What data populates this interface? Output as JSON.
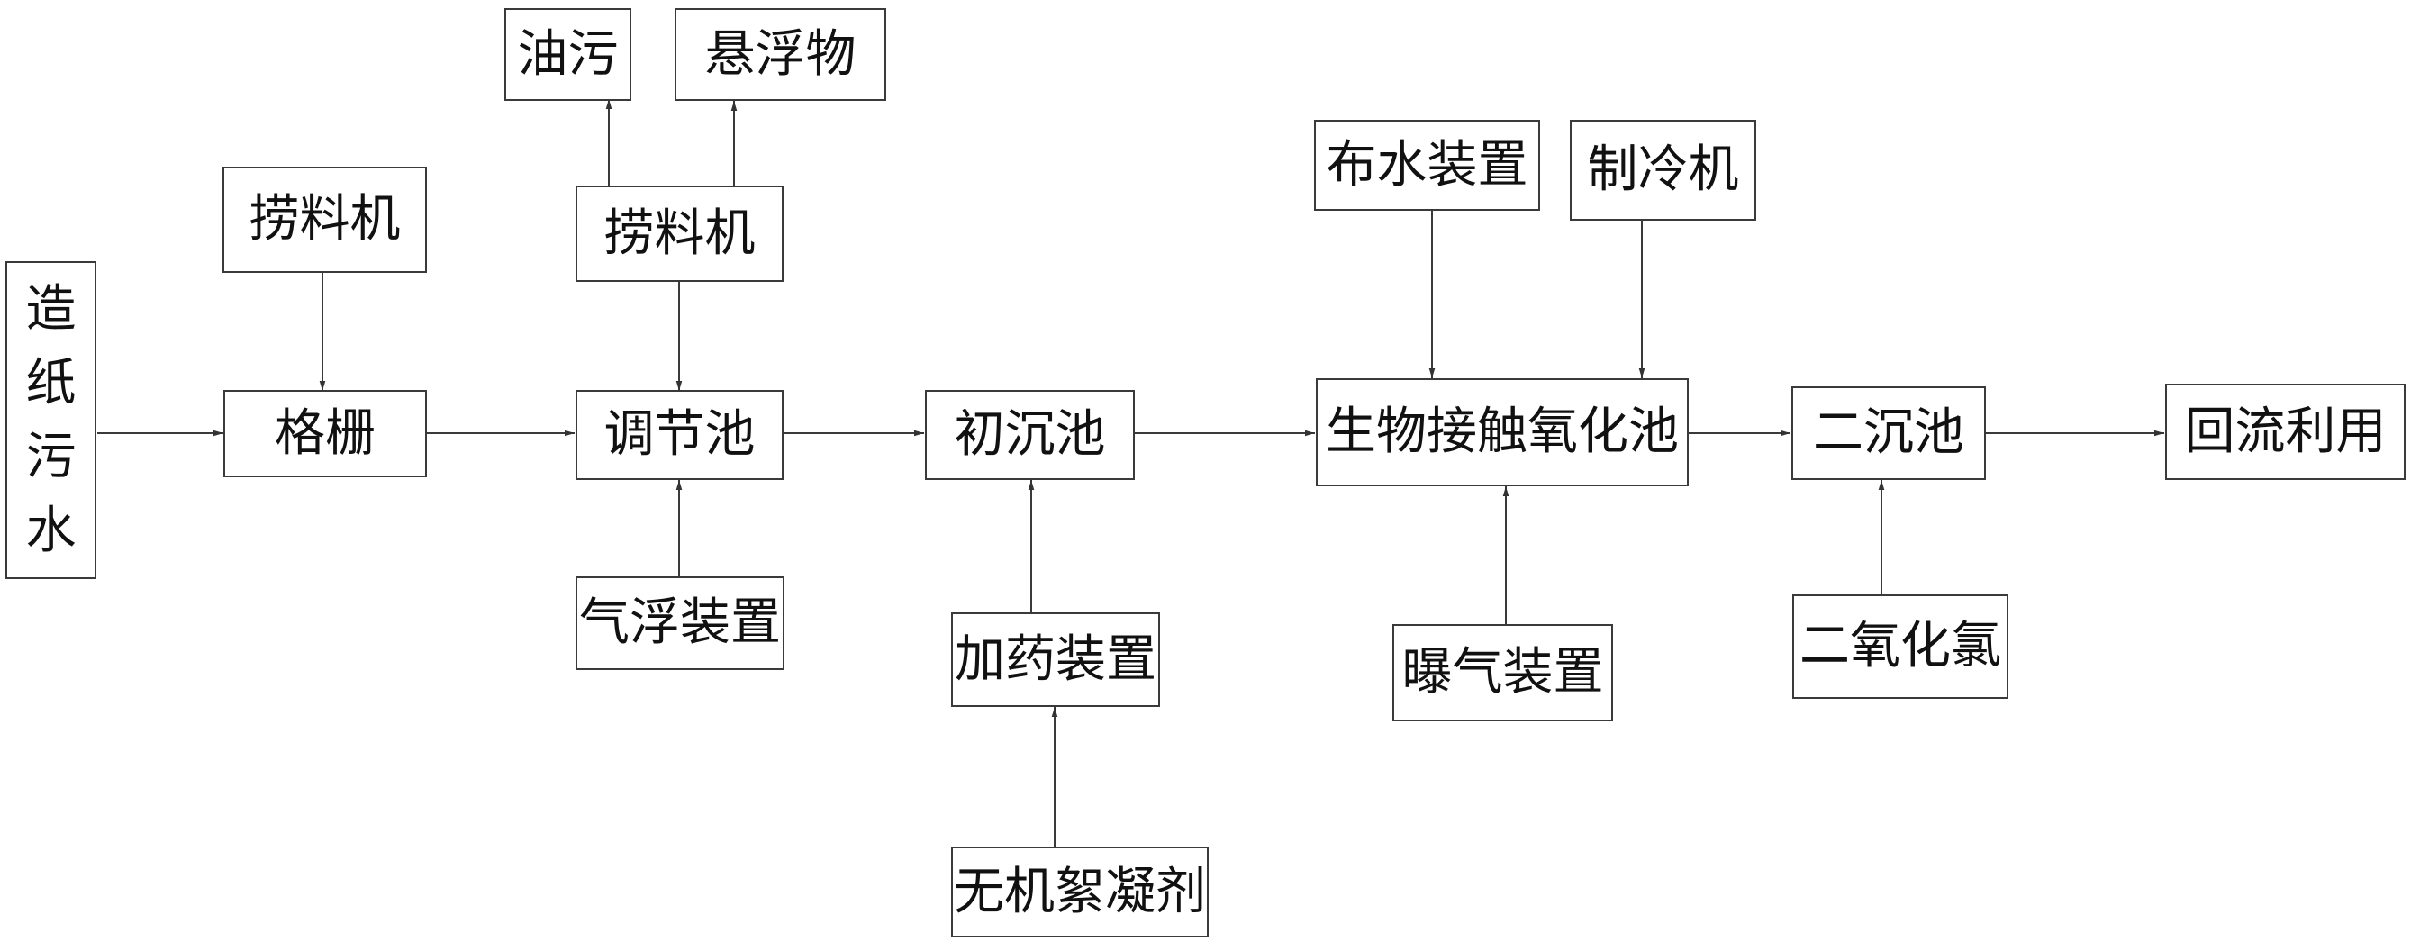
{
  "diagram": {
    "source_vertical_chars": [
      "造",
      "纸",
      "污",
      "水"
    ],
    "nodes": {
      "oil": "油污",
      "suspended": "悬浮物",
      "skimmer_1": "捞料机",
      "skimmer_2": "捞料机",
      "grille": "格栅",
      "regulating_tank": "调节池",
      "primary_sedimentation": "初沉池",
      "bio_oxidation": "生物接触氧化池",
      "secondary_sedimentation": "二沉池",
      "reuse": "回流利用",
      "air_flotation": "气浮装置",
      "dosing": "加药装置",
      "flocculant": "无机絮凝剂",
      "water_distribution": "布水装置",
      "refrigerator": "制冷机",
      "aeration": "曝气装置",
      "chlorine_dioxide": "二氧化氯"
    }
  }
}
